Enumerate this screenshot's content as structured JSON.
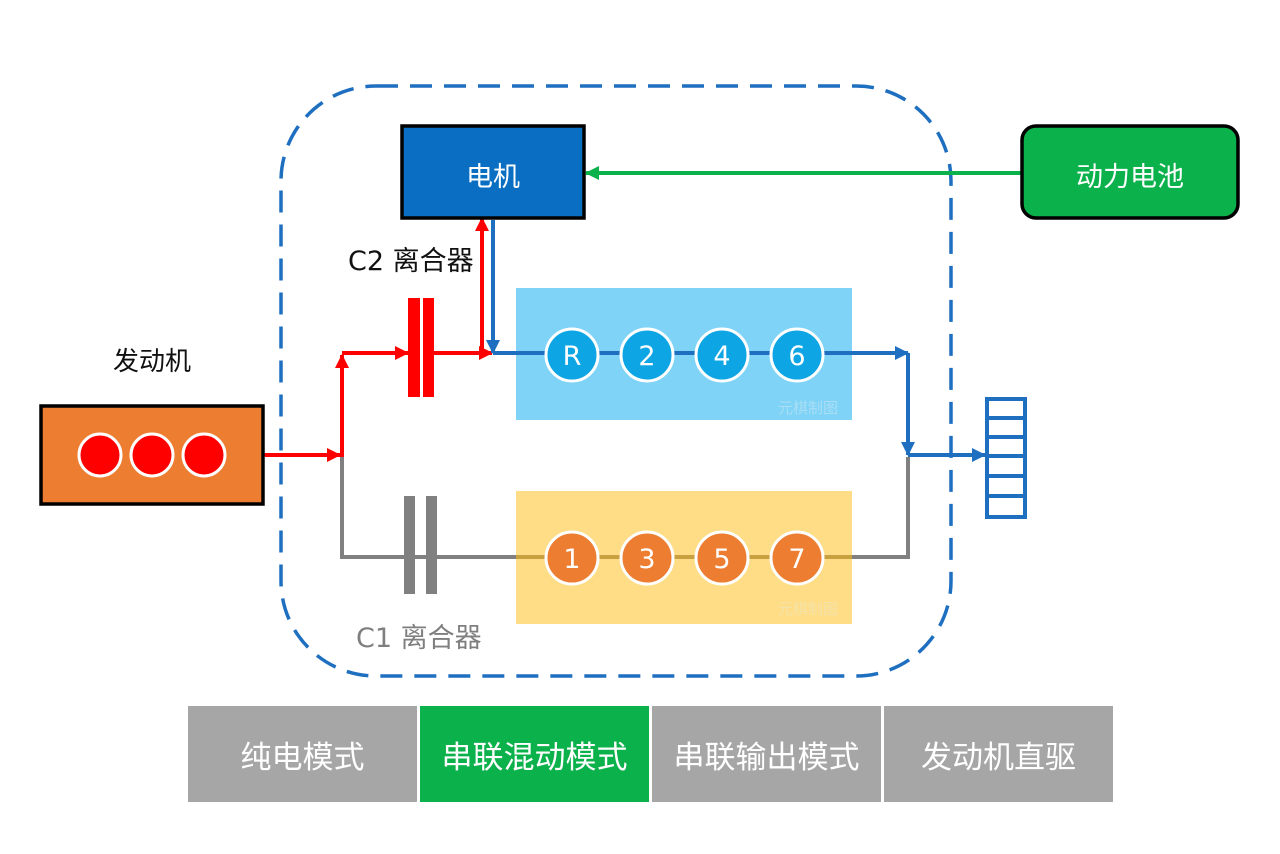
{
  "nodes": {
    "motor": "电机",
    "battery": "动力电池",
    "engine": "发动机",
    "clutch_c2": "C2 离合器",
    "clutch_c1": "C1 离合器"
  },
  "gears_even": [
    "R",
    "2",
    "4",
    "6"
  ],
  "gears_odd": [
    "1",
    "3",
    "5",
    "7"
  ],
  "watermark": "元棋制图",
  "modes": [
    {
      "label": "纯电模式",
      "active": false
    },
    {
      "label": "串联混动模式",
      "active": true
    },
    {
      "label": "串联输出模式",
      "active": false
    },
    {
      "label": "发动机直驱",
      "active": false
    }
  ],
  "colors": {
    "power_flow_engine": "#ff0000",
    "power_flow_motor": "#1f6fc0",
    "power_flow_battery": "#0bb14a",
    "inactive_path": "#808080",
    "active_mode": "#0bb14a",
    "inactive_mode": "#a6a6a6"
  }
}
